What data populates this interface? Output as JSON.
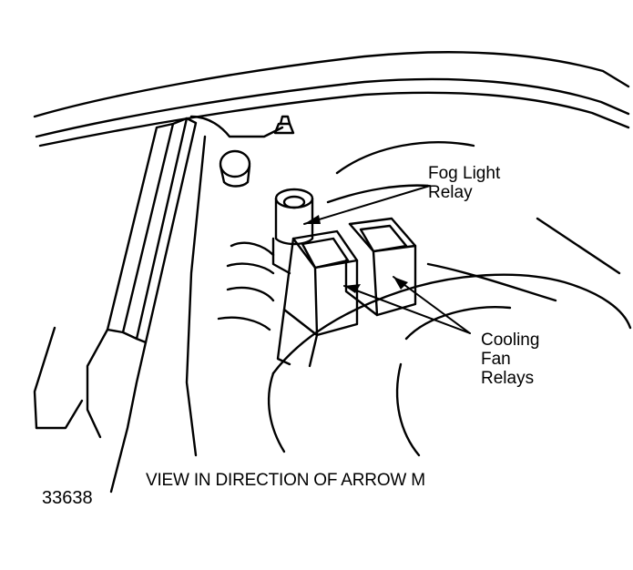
{
  "callouts": {
    "fog_light_relay": [
      "Fog Light",
      "Relay"
    ],
    "cooling_fan_relays": [
      "Cooling",
      "Fan",
      "Relays"
    ]
  },
  "caption": "VIEW IN DIRECTION OF ARROW M",
  "figure_number": "33638"
}
